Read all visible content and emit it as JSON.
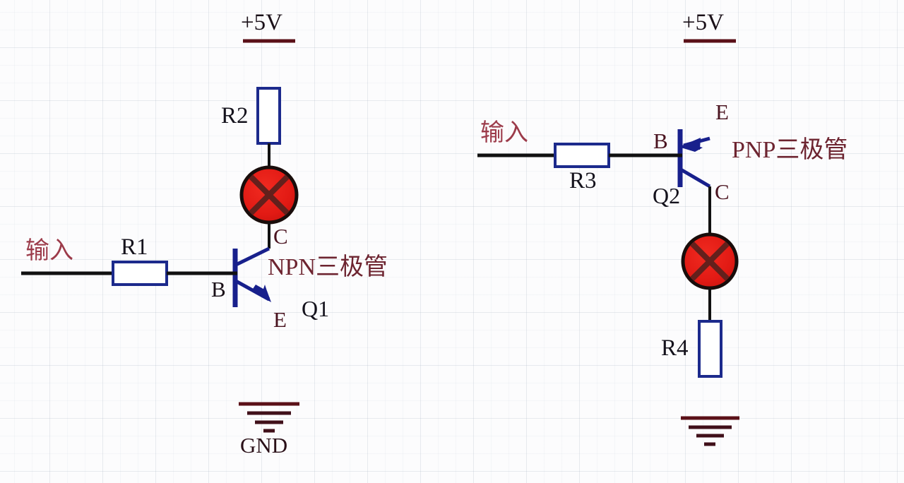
{
  "diagram": {
    "title": "NPN and PNP transistor switch circuits",
    "background": "graph-paper-grid"
  },
  "colors": {
    "wire_black": "#111111",
    "wire_maroon": "#5a1018",
    "resistor_outline": "#1c2a8c",
    "resistor_fill": "#ffffff",
    "lamp_fill": "#e51b17",
    "lamp_cross": "#63201c",
    "lamp_border": "#1a0e0c",
    "transistor_blue": "#18208c",
    "label_maroon": "#6d2430",
    "label_input": "#9c3b4a",
    "label_dark": "#1a1018"
  },
  "circuits": [
    {
      "id": "npn-circuit",
      "name": "NPN transistor switch",
      "type_label": "NPN三极管",
      "designator": "Q1",
      "supply_label": "+5V",
      "ground_label": "GND",
      "input_label": "输入",
      "terminals": {
        "base": "B",
        "collector": "C",
        "emitter": "E"
      },
      "components": [
        {
          "ref": "R1",
          "type": "resistor",
          "orientation": "horizontal"
        },
        {
          "ref": "R2",
          "type": "resistor",
          "orientation": "vertical"
        },
        {
          "ref": "LAMP1",
          "type": "lamp",
          "orientation": "inline"
        },
        {
          "ref": "Q1",
          "type": "transistor-npn",
          "orientation": "vertical"
        }
      ]
    },
    {
      "id": "pnp-circuit",
      "name": "PNP transistor switch",
      "type_label": "PNP三极管",
      "designator": "Q2",
      "supply_label": "+5V",
      "ground_label": "",
      "input_label": "输入",
      "terminals": {
        "base": "B",
        "collector": "C",
        "emitter": "E"
      },
      "components": [
        {
          "ref": "R3",
          "type": "resistor",
          "orientation": "horizontal"
        },
        {
          "ref": "R4",
          "type": "resistor",
          "orientation": "vertical"
        },
        {
          "ref": "LAMP2",
          "type": "lamp",
          "orientation": "inline"
        },
        {
          "ref": "Q2",
          "type": "transistor-pnp",
          "orientation": "vertical"
        }
      ]
    }
  ],
  "labels": {
    "left": {
      "supply": "+5V",
      "r2": "R2",
      "c": "C",
      "input": "输入",
      "r1": "R1",
      "b": "B",
      "npn_text": "NPN三极管",
      "q1": "Q1",
      "e": "E",
      "gnd": "GND"
    },
    "right": {
      "supply": "+5V",
      "e": "E",
      "input": "输入",
      "r3": "R3",
      "b": "B",
      "pnp_text": "PNP三极管",
      "q2": "Q2",
      "c": "C",
      "r4": "R4"
    }
  }
}
